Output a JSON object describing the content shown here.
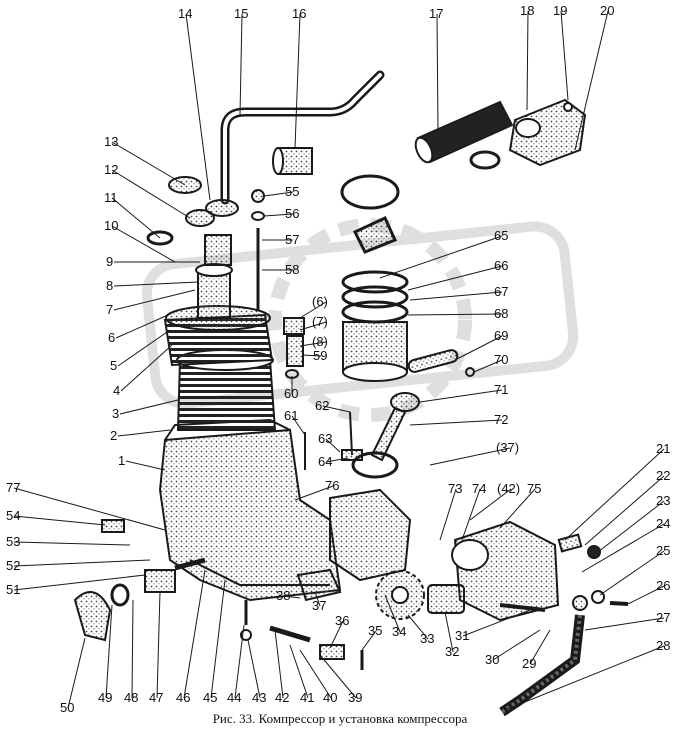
{
  "caption": "Рис. 33. Компрессор и установка компрессора",
  "labels": [
    "1",
    "2",
    "3",
    "4",
    "5",
    "6",
    "7",
    "8",
    "9",
    "10",
    "11",
    "12",
    "13",
    "14",
    "15",
    "16",
    "17",
    "18",
    "19",
    "20",
    "21",
    "22",
    "23",
    "24",
    "25",
    "26",
    "27",
    "28",
    "29",
    "30",
    "31",
    "32",
    "33",
    "34",
    "35",
    "36",
    "37",
    "38",
    "39",
    "40",
    "41",
    "42",
    "43",
    "44",
    "45",
    "46",
    "47",
    "48",
    "49",
    "50",
    "51",
    "52",
    "53",
    "54",
    "55",
    "56",
    "57",
    "58",
    "59",
    "60",
    "61",
    "62",
    "63",
    "64",
    "65",
    "66",
    "67",
    "68",
    "69",
    "70",
    "71",
    "72",
    "73",
    "74",
    "75",
    "76",
    "77",
    "(6)",
    "(7)",
    "(8)",
    "(37)",
    "(42)"
  ],
  "colors": {
    "ink": "#1a1a1a",
    "stipple": "#444444"
  },
  "icons": [
    "watermark-logo"
  ]
}
